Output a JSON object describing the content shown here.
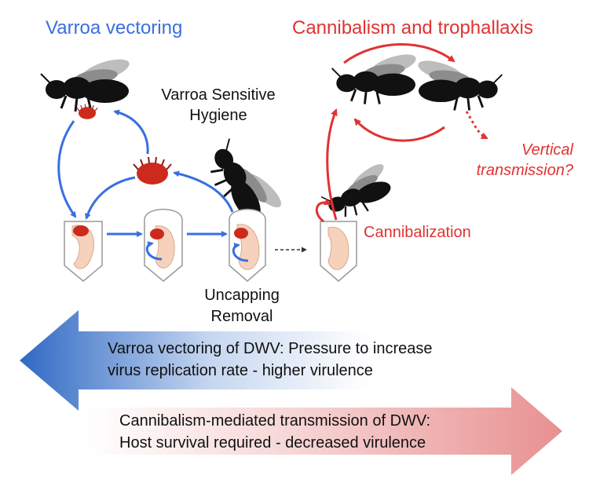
{
  "titles": {
    "varroa_vectoring": "Varroa vectoring",
    "cannibalism_trophallaxis": "Cannibalism and trophallaxis"
  },
  "labels": {
    "vsh_line1": "Varroa Sensitive",
    "vsh_line2": "Hygiene",
    "vertical_line1": "Vertical",
    "vertical_line2": "transmission?",
    "cannibalization": "Cannibalization",
    "uncapping": "Uncapping",
    "removal": "Removal"
  },
  "arrows": {
    "left_line1": "Varroa vectoring of DWV: Pressure to increase",
    "left_line2": "virus replication rate - higher virulence",
    "right_line1": "Cannibalism-mediated transmission of DWV:",
    "right_line2": "Host survival required - decreased virulence"
  },
  "colors": {
    "blue": "#3a6fe0",
    "red": "#e03232",
    "mite": "#cc2a1c",
    "larva": "#f6d2bd",
    "left_gradient_start": "#2f69c4",
    "right_gradient_end": "#e89090"
  },
  "icons": [
    "bee-icon",
    "varroa-mite-icon",
    "larva-cell-icon",
    "pupa-cell-icon"
  ]
}
